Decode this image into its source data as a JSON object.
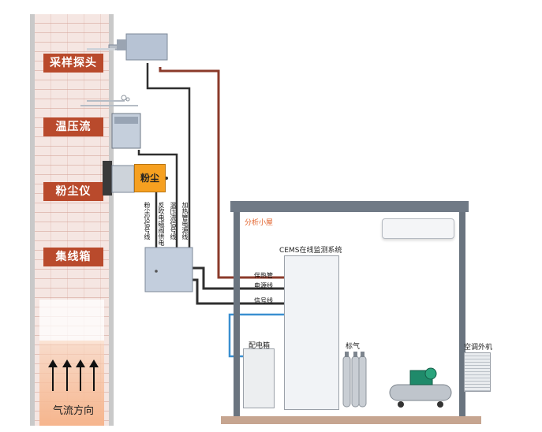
{
  "chimney": {
    "labels": {
      "sampling_probe": "采样探头",
      "temp_pressure_flow": "温压流",
      "dust_meter": "粉尘仪",
      "junction_box": "集线箱"
    },
    "airflow_label": "气流方向"
  },
  "dust_meter_tag": "粉尘",
  "cables": {
    "dust_signal": "粉尘仪信号线",
    "blowback_power": "反吹电磁阀供电",
    "tpf_signal": "温压流信号线",
    "heated_power": "加热管电源线"
  },
  "shelter": {
    "title": "分析小屋",
    "cems_title": "CEMS在线监测系统",
    "heated_line": "伴热管",
    "power_line": "电源线",
    "signal_line": "信号线",
    "distribution_box": "配电箱",
    "span_gas": "标气",
    "ac_outdoor": "空调外机"
  },
  "colors": {
    "label_bg": "#b94a2c",
    "heated_line": "#8b3a2a",
    "cable_dark": "#2f2f2f",
    "signal_blue": "#3a8fd0",
    "room_title": "#e2622b"
  }
}
